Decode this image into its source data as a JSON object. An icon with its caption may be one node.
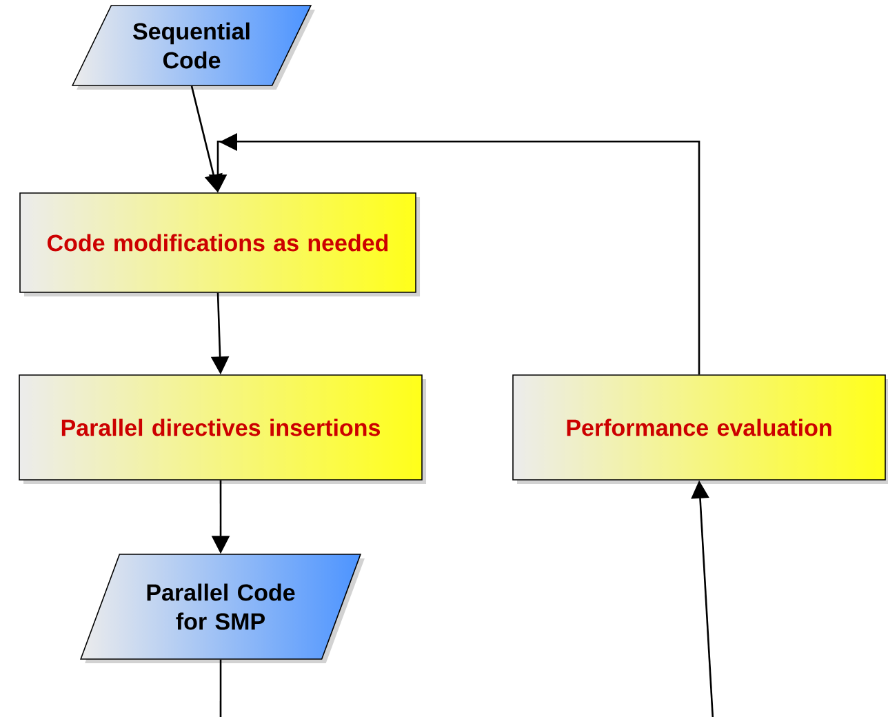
{
  "diagram": {
    "nodes": [
      {
        "text": [
          "Sequential Code"
        ]
      },
      {
        "text": [
          "Code modifications as needed"
        ]
      },
      {
        "text": [
          "Parallel directives insertions"
        ]
      },
      {
        "text": [
          "Parallel Code for SMP"
        ]
      },
      {
        "text": [
          "Performance evaluation"
        ]
      }
    ],
    "edges": [
      {
        "from": 0,
        "to": 1,
        "arrow": "to"
      },
      {
        "from": 1,
        "to": 2,
        "arrow": "to"
      },
      {
        "from": 2,
        "to": 3,
        "arrow": "to"
      },
      {
        "from": 4,
        "to": 1,
        "arrow": "to"
      },
      {
        "from": 3,
        "to": null,
        "arrow": "none"
      },
      {
        "from": null,
        "to": 4,
        "arrow": "to"
      }
    ]
  }
}
